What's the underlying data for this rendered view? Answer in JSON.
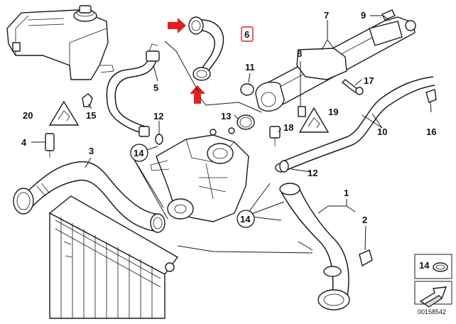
{
  "callouts": {
    "c1": "1",
    "c2": "2",
    "c3": "3",
    "c4": "4",
    "c5": "5",
    "c6": "6",
    "c7": "7",
    "c8": "8",
    "c9": "9",
    "c10": "10",
    "c11": "11",
    "c12a": "12",
    "c12b": "12",
    "c13": "13",
    "c14a": "14",
    "c14b": "14",
    "c15": "15",
    "c16": "16",
    "c17": "17",
    "c18": "18",
    "c19": "19",
    "c20": "20"
  },
  "legend": {
    "label": "14"
  },
  "diagram_code": "00158542",
  "colors": {
    "highlight": "#e02020",
    "ink": "#1a1a1a"
  },
  "highlighted_part": "6"
}
